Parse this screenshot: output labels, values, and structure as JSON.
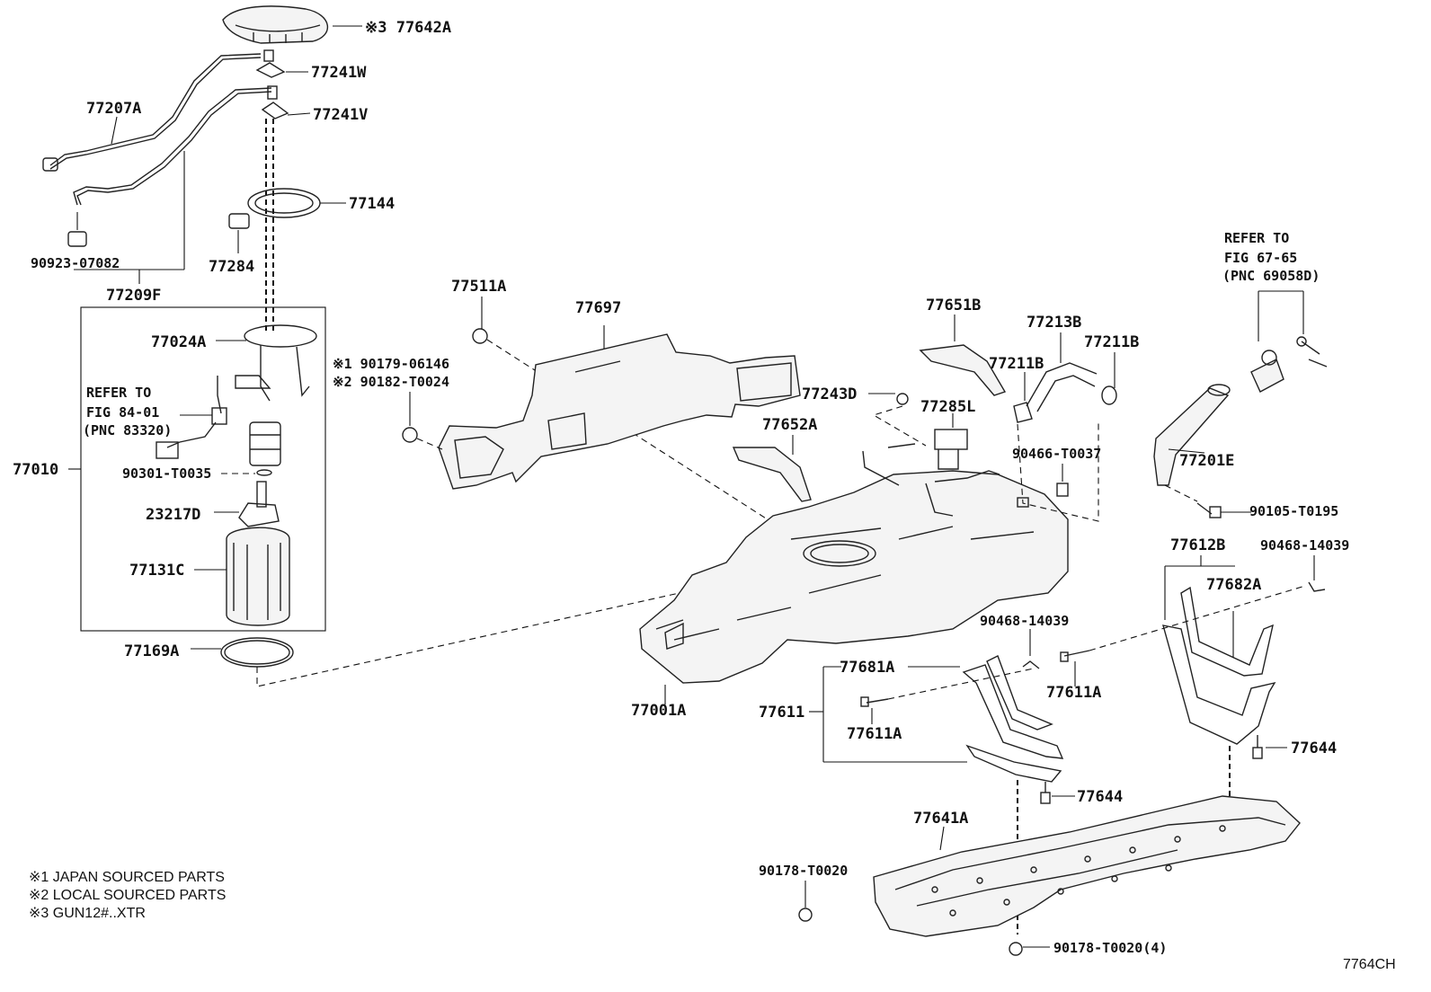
{
  "labels": {
    "p77642A": "※3 77642A",
    "p77241W": "77241W",
    "p77241V": "77241V",
    "p77207A": "77207A",
    "p77144": "77144",
    "p77284": "77284",
    "p90923": "90923-07082",
    "p77209F": "77209F",
    "p77024A": "77024A",
    "refer84_l1": "REFER TO",
    "refer84_l2": "FIG 84-01",
    "refer84_l3": "(PNC 83320)",
    "p77010": "77010",
    "p90301": "90301-T0035",
    "p23217D": "23217D",
    "p77131C": "77131C",
    "p77169A": "77169A",
    "p77511A": "77511A",
    "p77697": "77697",
    "p90179": "※1 90179-06146",
    "p90182": "※2 90182-T0024",
    "p77651B": "77651B",
    "p77213B": "77213B",
    "p77211B_a": "77211B",
    "p77211B_b": "77211B",
    "p77243D": "77243D",
    "p77285L": "77285L",
    "p77652A": "77652A",
    "p90466": "90466-T0037",
    "refer67_l1": "REFER TO",
    "refer67_l2": "FIG 67-65",
    "refer67_l3": "(PNC 69058D)",
    "p77201E": "77201E",
    "p90105": "90105-T0195",
    "p77612B": "77612B",
    "p90468_a": "90468-14039",
    "p77682A": "77682A",
    "p90468_b": "90468-14039",
    "p77681A": "77681A",
    "p77611A_a": "77611A",
    "p77611": "77611",
    "p77611A_b": "77611A",
    "p77001A": "77001A",
    "p77644_a": "77644",
    "p77644_b": "77644",
    "p77641A": "77641A",
    "p90178_a": "90178-T0020",
    "p90178_b": "90178-T0020(4)",
    "fig_code": "7764CH"
  },
  "notes": [
    "※1 JAPAN SOURCED PARTS",
    "※2 LOCAL SOURCED PARTS",
    "※3 GUN12#..XTR"
  ]
}
